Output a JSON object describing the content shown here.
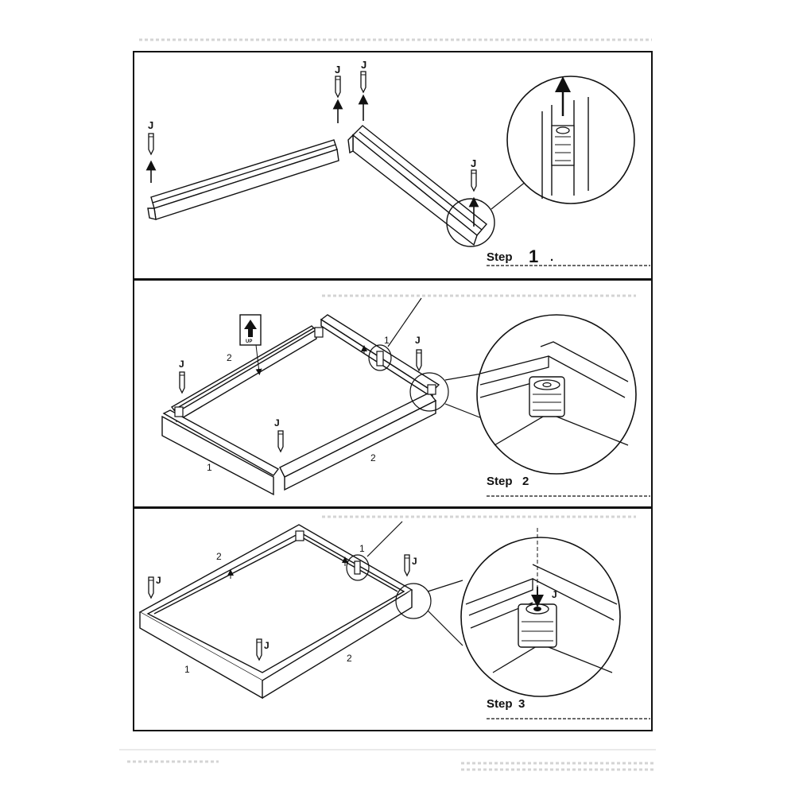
{
  "steps": [
    {
      "word": "Step",
      "number": "1",
      "suffix": "."
    },
    {
      "word": "Step",
      "number": "2"
    },
    {
      "word": "Step",
      "number": "3"
    }
  ],
  "part_labels": {
    "pin": "J",
    "rail_1": "1",
    "rail_2": "2",
    "up_arrow_text": "UP"
  }
}
